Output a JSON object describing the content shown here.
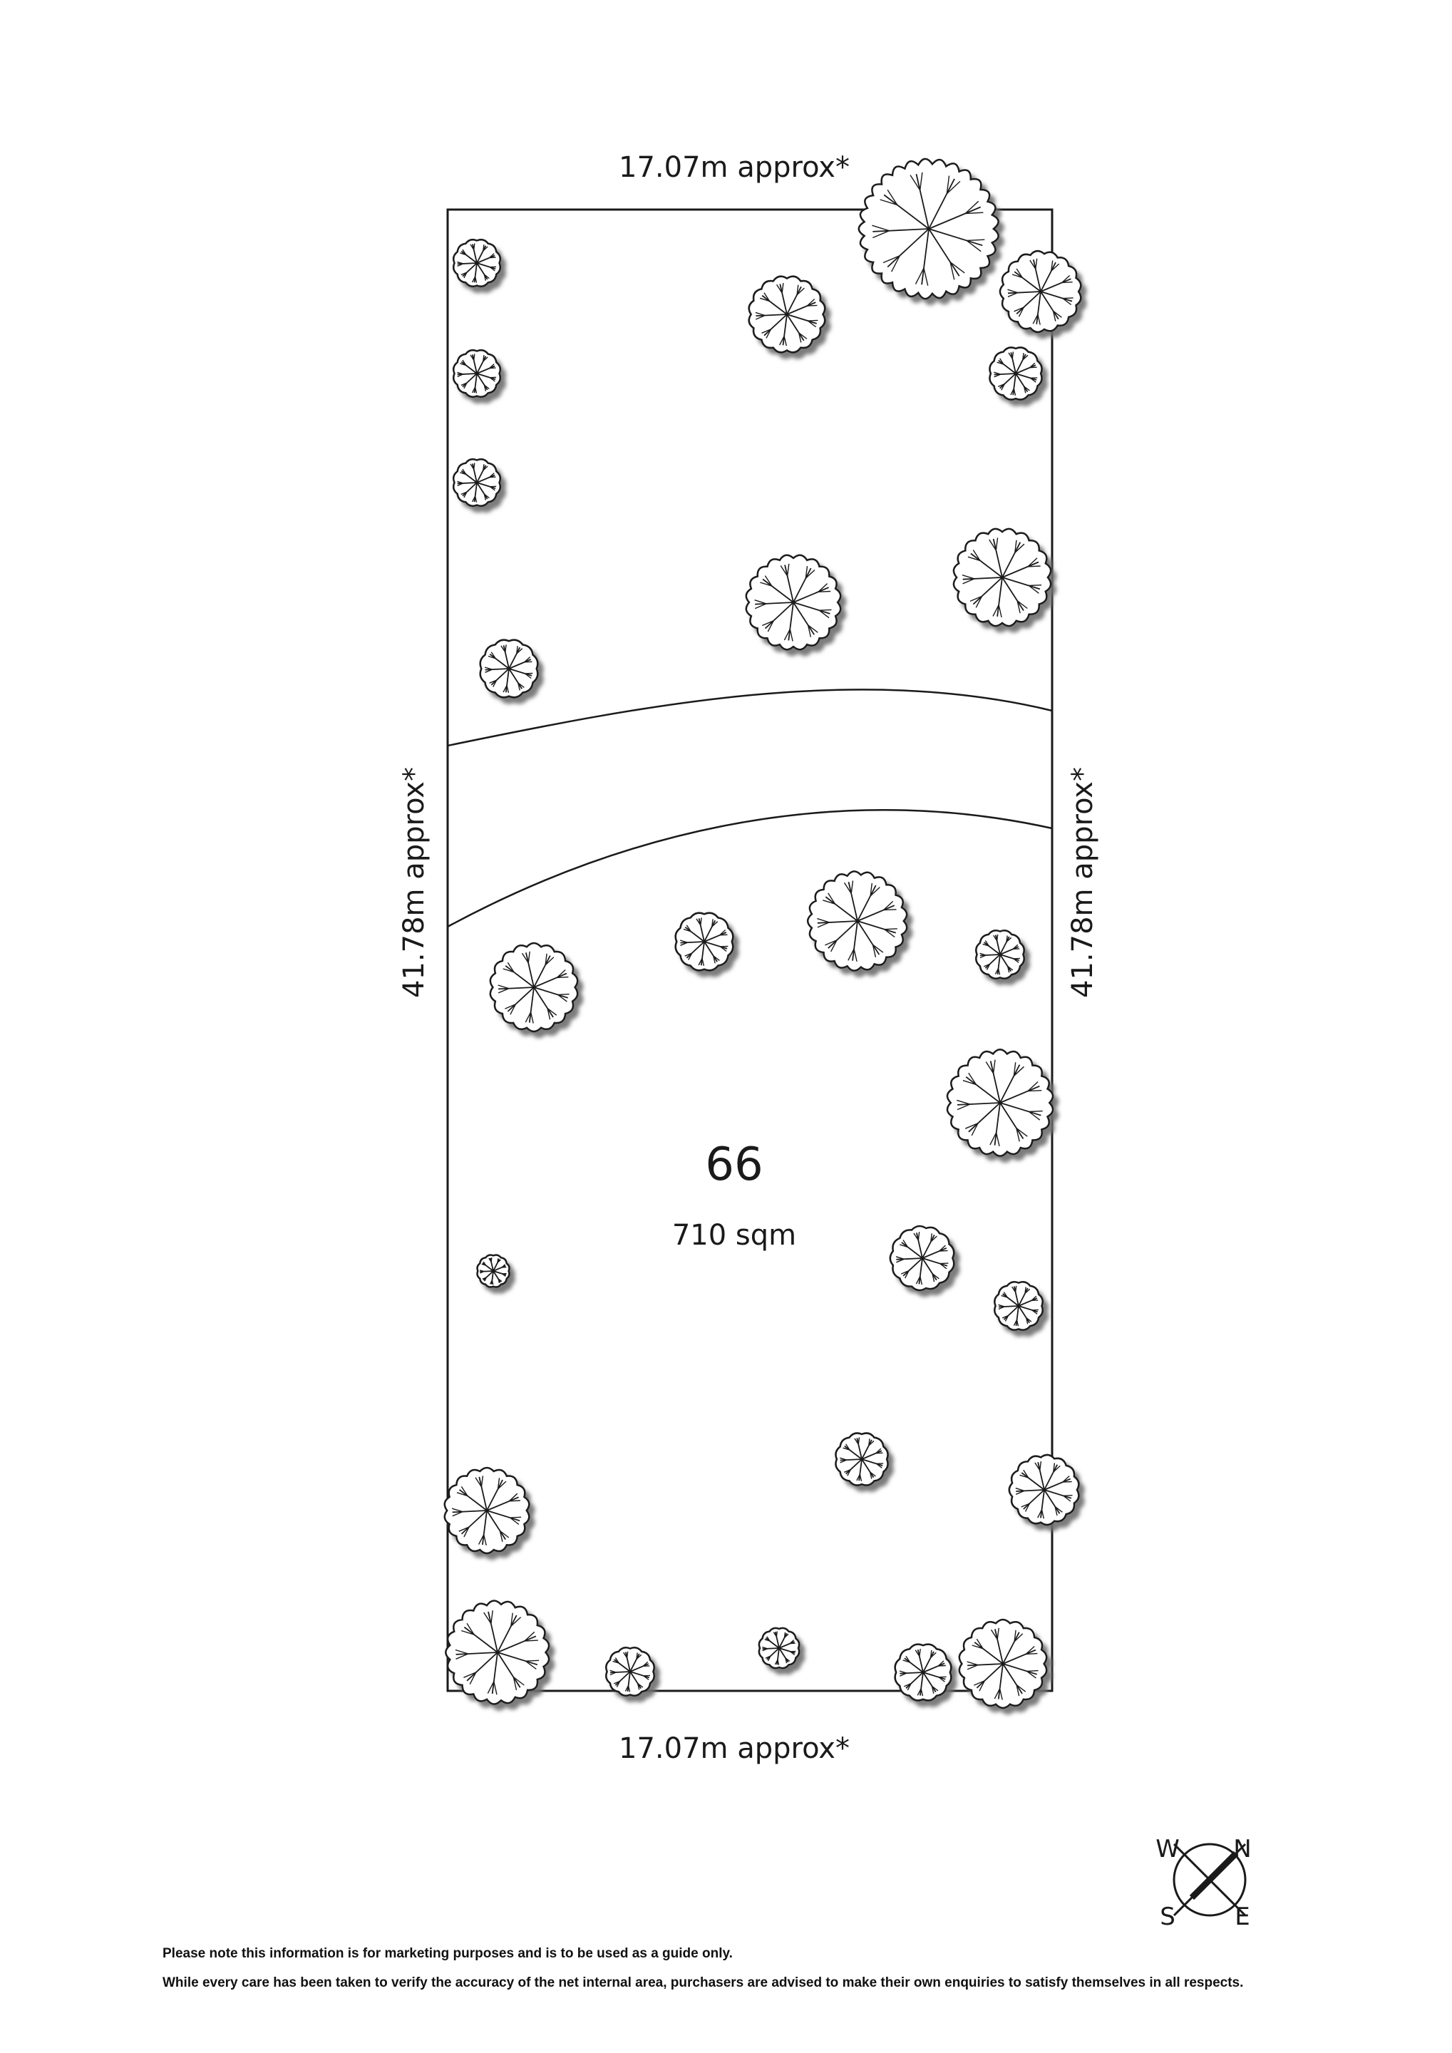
{
  "plan": {
    "dimensions": {
      "top": "17.07m approx*",
      "bottom": "17.07m approx*",
      "left": "41.78m approx*",
      "right": "41.78m approx*"
    },
    "lot": {
      "number": "66",
      "area": "710 sqm"
    }
  },
  "compass": {
    "labels": {
      "w": "W",
      "n": "N",
      "s": "S",
      "e": "E"
    }
  },
  "disclaimer": {
    "line1": "Please note this information is for marketing purposes and is to be used as a guide only.",
    "line2": "While every care has been taken to verify the accuracy of the net internal area, purchasers are advised to make their own enquiries to satisfy themselves in all respects."
  },
  "colors": {
    "line": "#1a1a1a",
    "tree_shadow": "#7a7a7a",
    "background": "#ffffff"
  },
  "icons": [
    "tree-icon",
    "compass-icon"
  ]
}
